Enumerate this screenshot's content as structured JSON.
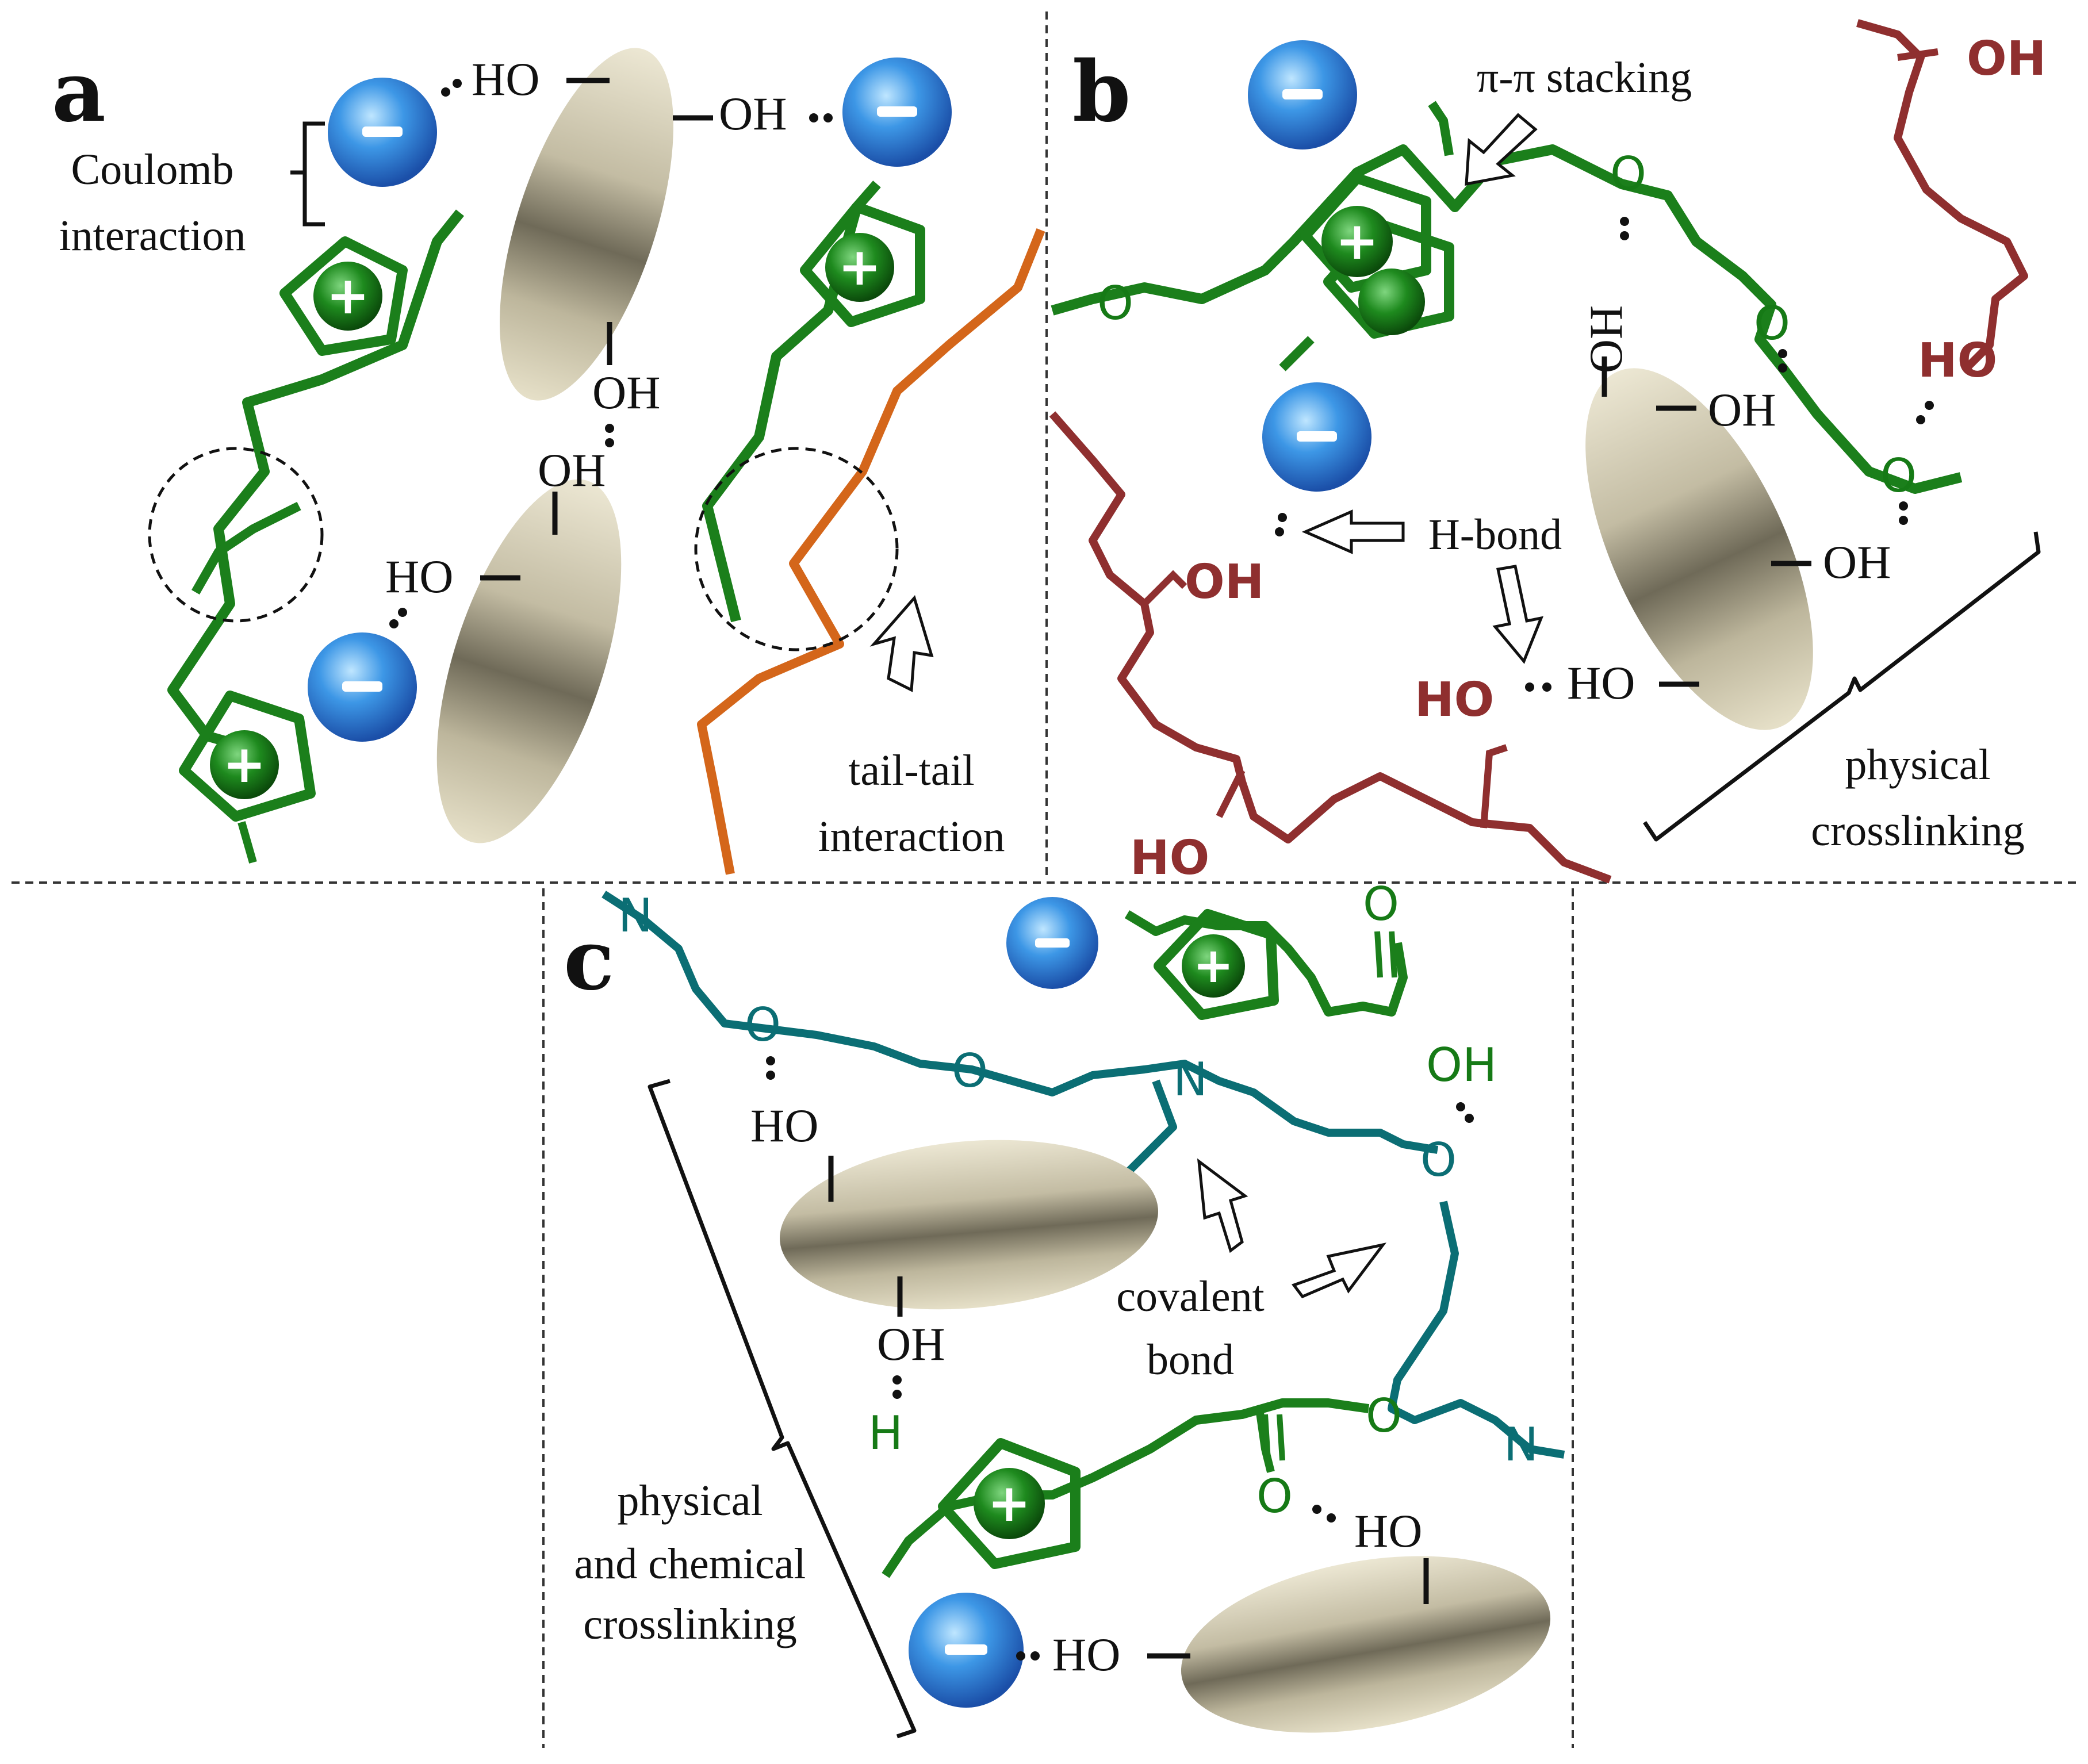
{
  "panels": {
    "a": {
      "letter": "a",
      "coulomb_label_1": "Coulomb",
      "coulomb_label_2": "interaction",
      "tail_label_1": "tail-tail",
      "tail_label_2": "interaction",
      "ho_1": "HO",
      "oh_1": "OH",
      "oh_2": "OH",
      "oh_3": "OH",
      "ho_2": "HO"
    },
    "b": {
      "letter": "b",
      "stacking_label": "π-π stacking",
      "hbond_label": "H-bond",
      "crosslink_label_1": "physical",
      "crosslink_label_2": "crosslinking",
      "o_1": "O",
      "o_2": "O",
      "o_3": "O",
      "o_4": "O",
      "oh_red_1": "OH",
      "ho_red_1": "HO",
      "oh_red_2": "OH",
      "ho_red_2": "HO",
      "ho_red_3": "HO",
      "oh_vert": "OH",
      "oh_1": "OH",
      "oh_2": "OH",
      "ho_1": "HO"
    },
    "c": {
      "letter": "c",
      "covalent_label_1": "covalent",
      "covalent_label_2": "bond",
      "crosslink_label_1": "physical",
      "crosslink_label_2": "and chemical",
      "crosslink_label_3": "crosslinking",
      "n_1": "N",
      "n_2": "N",
      "n_3": "N",
      "o_1": "O",
      "o_2": "O",
      "o_3": "O",
      "o_4": "O",
      "o_5": "O",
      "o_6": "O",
      "oh_green": "OH",
      "h_green": "H",
      "ho_1": "HO",
      "oh_1": "OH",
      "ho_2": "HO",
      "ho_3": "HO"
    }
  },
  "signs": {
    "plus": "+",
    "minus": "−"
  },
  "colors": {
    "imidazolium": "#1b7f1b",
    "anion": "#3a8fe0",
    "nanocrystal": "#c9c2a8",
    "polymer_red": "#8f2f2f",
    "tail_orange": "#d4661a",
    "chain_teal": "#0b6e74"
  }
}
